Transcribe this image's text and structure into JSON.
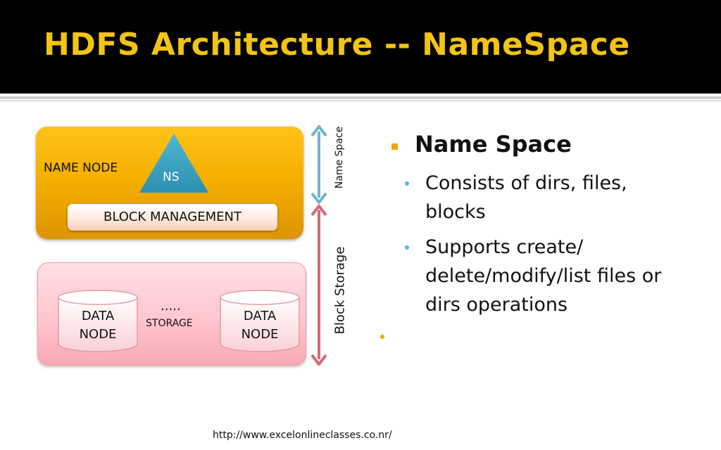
{
  "slide": {
    "title": "HDFS Architecture  -- NameSpace",
    "footer_url": "http://www.excelonlineclasses.co.nr/"
  },
  "diagram": {
    "name_node_label": "NAME NODE",
    "ns_label": "NS",
    "block_management_label": "BLOCK MANAGEMENT",
    "data_node_left": [
      "DATA",
      "NODE"
    ],
    "data_node_right": [
      "DATA",
      "NODE"
    ],
    "dots": ".....",
    "storage_label": "STORAGE",
    "name_space_arrow_label": "Name Space",
    "block_storage_arrow_label": "Block Storage"
  },
  "bullets": {
    "heading": "Name Space",
    "items": [
      "Consists of dirs, files, blocks",
      "Supports  create/ delete/modify/list files or dirs operations"
    ]
  },
  "colors": {
    "title_yellow": "#f2c413",
    "name_node_orange": "#f5b000",
    "ns_triangle_teal": "#3aa3c2",
    "block_storage_pink": "#ffc6ce",
    "name_space_arrow_blue": "#6fb4cf",
    "block_storage_arrow_red": "#d86676",
    "bullet_orange": "#f3a500",
    "bullet_blue": "#58b6dc"
  }
}
